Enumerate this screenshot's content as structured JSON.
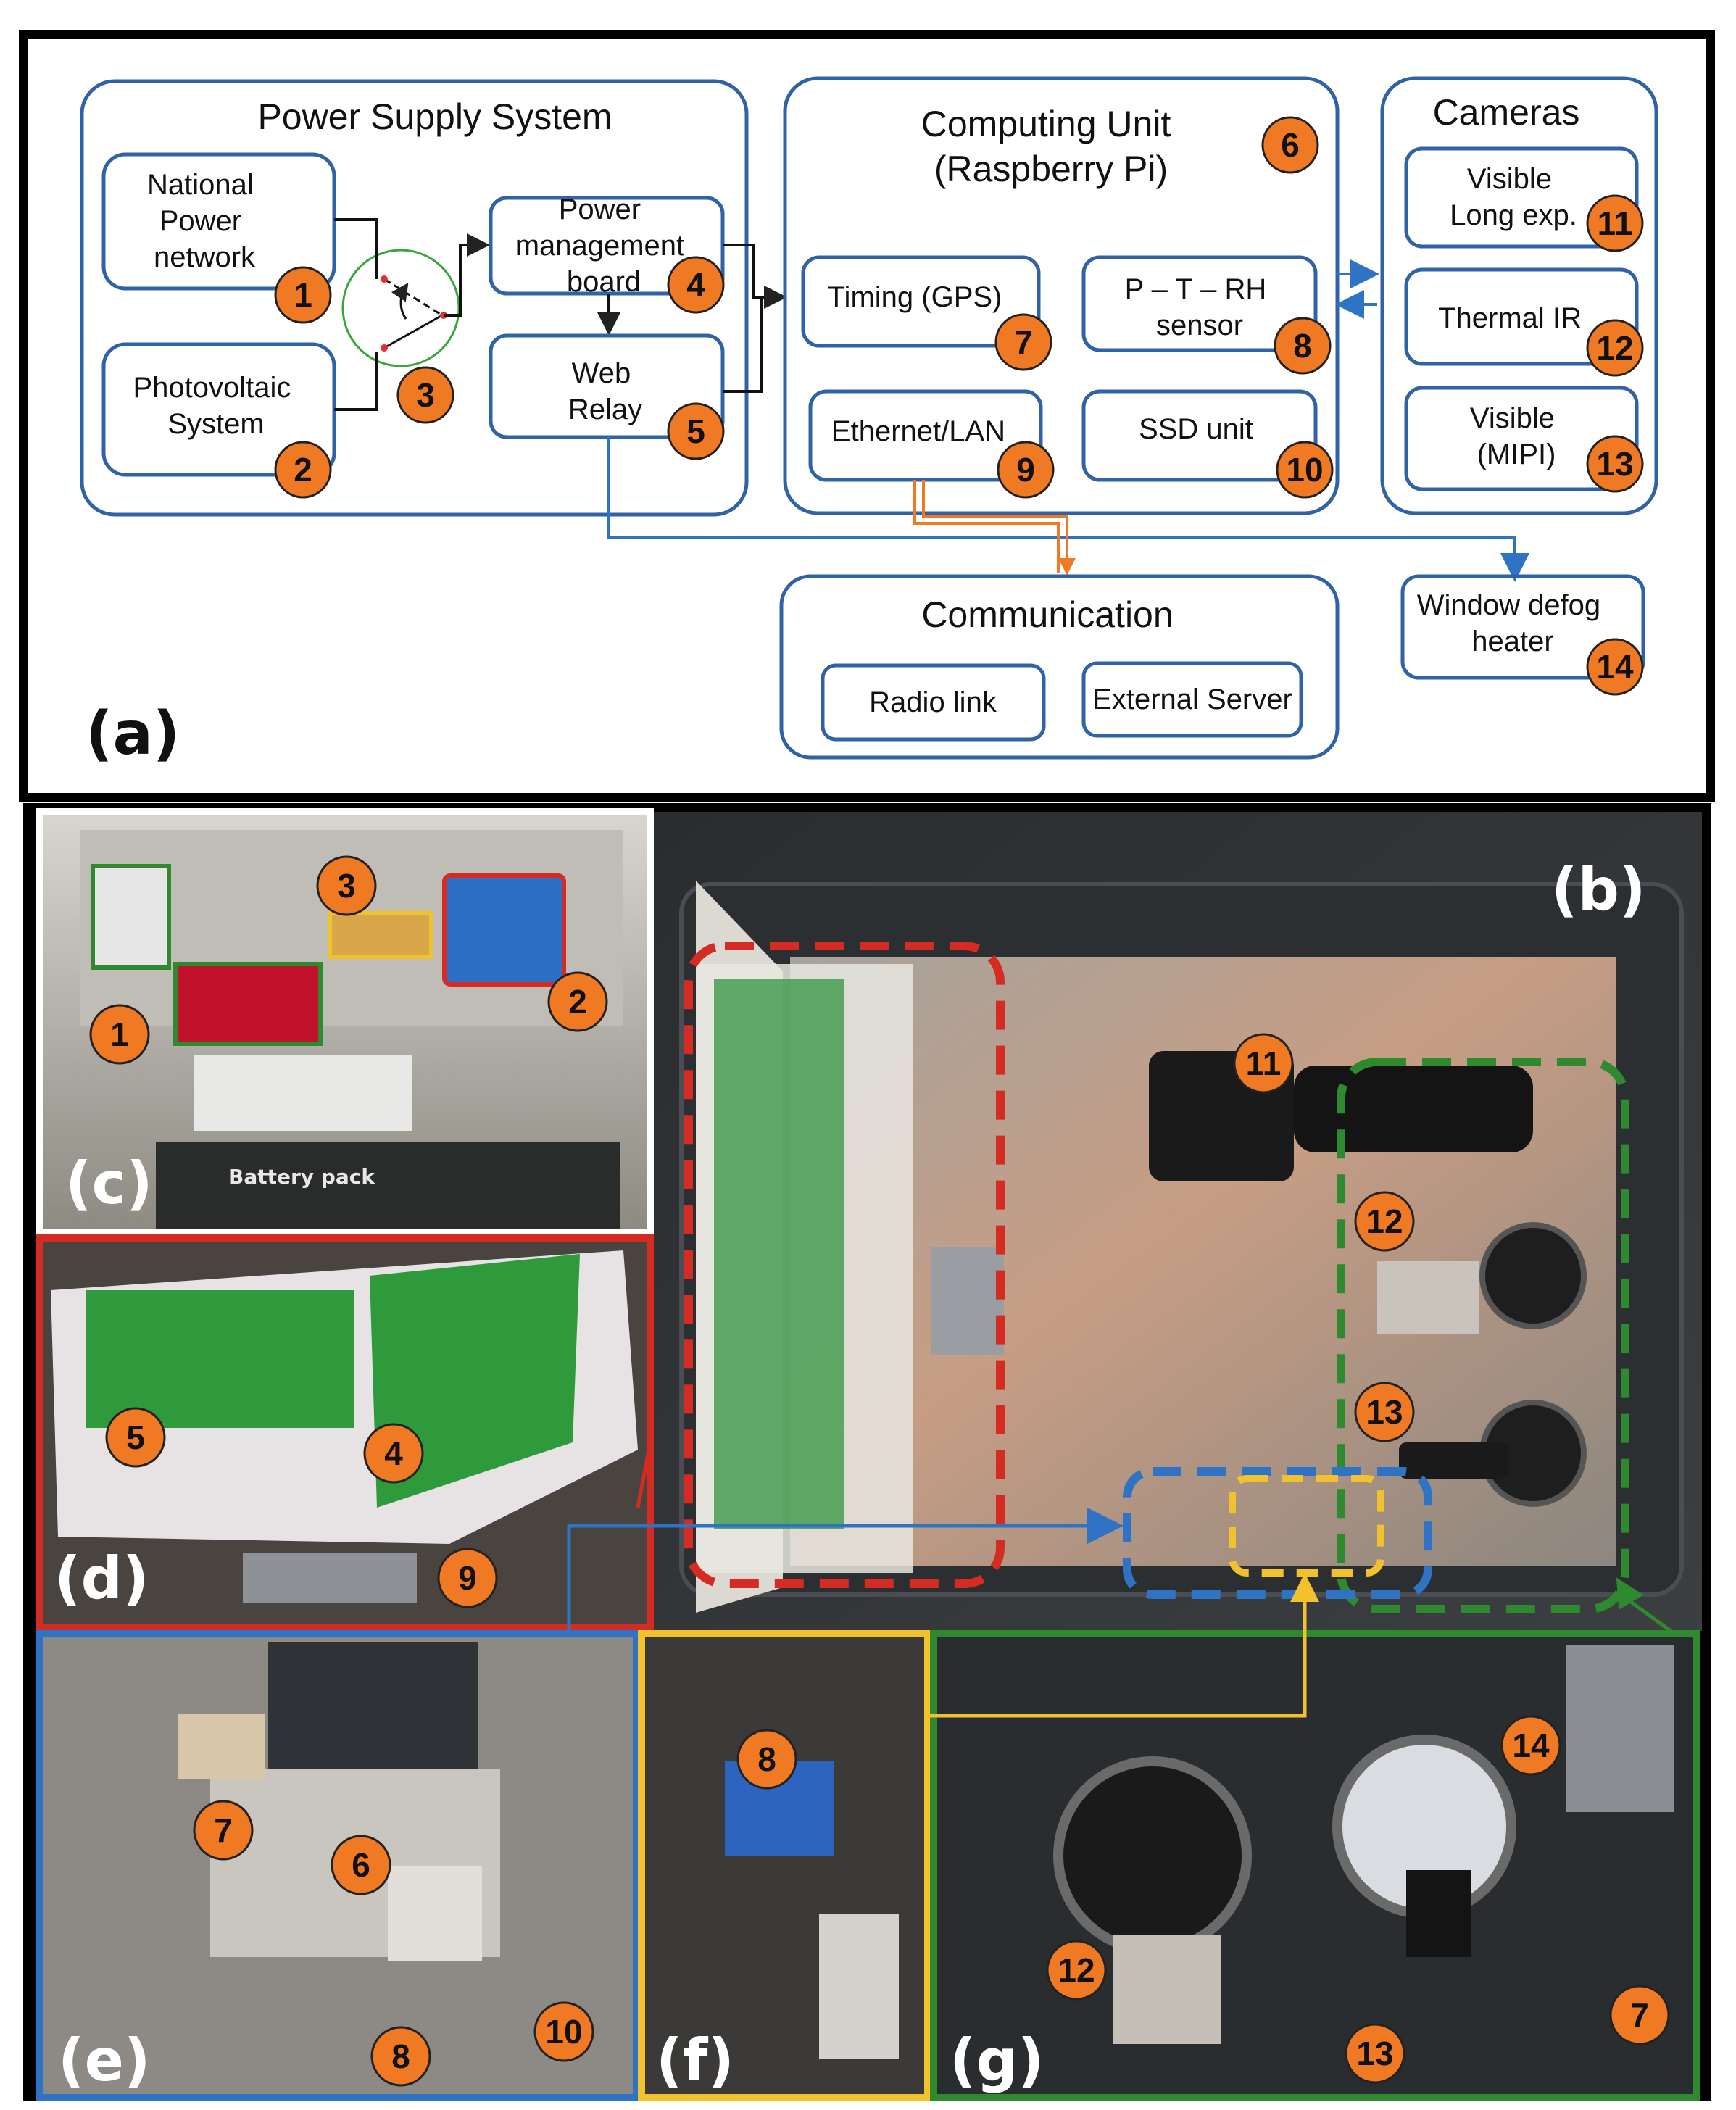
{
  "panel_a": {
    "letter": "(a)",
    "power_supply": {
      "title": "Power Supply System",
      "national_power": [
        "National",
        "Power",
        "network"
      ],
      "photovoltaic": [
        "Photovoltaic",
        "System"
      ],
      "power_mgmt": [
        "Power",
        "management",
        "board"
      ],
      "web_relay": [
        "Web",
        "Relay"
      ]
    },
    "computing": {
      "title": [
        "Computing Unit",
        "(Raspberry Pi)"
      ],
      "timing": "Timing (GPS)",
      "ptrh": [
        "P – T – RH",
        "sensor"
      ],
      "ethernet": "Ethernet/LAN",
      "ssd": "SSD unit"
    },
    "cameras": {
      "title": "Cameras",
      "visible_long": [
        "Visible",
        "Long exp."
      ],
      "thermal": "Thermal IR",
      "visible_mipi": [
        "Visible",
        "(MIPI)"
      ]
    },
    "communication": {
      "title": "Communication",
      "radio": "Radio link",
      "server": "External Server"
    },
    "heater": [
      "Window defog",
      "heater"
    ],
    "numbers": [
      "1",
      "2",
      "3",
      "4",
      "5",
      "6",
      "7",
      "8",
      "9",
      "10",
      "11",
      "12",
      "13",
      "14"
    ]
  },
  "photos": {
    "b": {
      "letter": "(b)",
      "markers": [
        "11",
        "12",
        "13"
      ]
    },
    "c": {
      "letter": "(c)",
      "markers": [
        "1",
        "2",
        "3"
      ],
      "battery_caption": "Battery pack"
    },
    "d": {
      "letter": "(d)",
      "markers": [
        "4",
        "5",
        "9"
      ]
    },
    "e": {
      "letter": "(e)",
      "markers": [
        "6",
        "7",
        "8",
        "10"
      ]
    },
    "f": {
      "letter": "(f)",
      "markers": [
        "8"
      ]
    },
    "g": {
      "letter": "(g)",
      "markers": [
        "12",
        "13",
        "14",
        "7"
      ]
    }
  },
  "colors": {
    "box_blue": "#2f62a7",
    "marker_orange": "#f07a24",
    "red": "#d42b22",
    "blue": "#2f73c4",
    "green": "#2f8a2f",
    "yellow": "#f2c12e"
  }
}
